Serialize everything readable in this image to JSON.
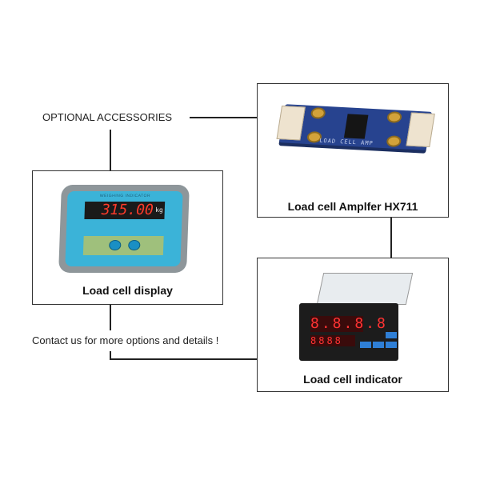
{
  "header": {
    "title": "OPTIONAL ACCESSORIES"
  },
  "footer": {
    "contact": "Contact us for more options and details !"
  },
  "products": [
    {
      "caption": "Load cell display",
      "image": {
        "title": "WEIGHING   INDICATOR",
        "reading": "315.00",
        "unit": "kg"
      }
    },
    {
      "caption": "Load cell Amplfer HX711",
      "image": {
        "board_label": "LOAD CELL AMP"
      }
    },
    {
      "caption": "Load cell indicator",
      "image": {
        "top_reading": "8.8.8.8",
        "bottom_reading": "8888"
      }
    }
  ],
  "colors": {
    "line": "#222222",
    "display_face": "#3bb3d8",
    "pcb": "#27438f",
    "led": "#ff3b2a"
  }
}
